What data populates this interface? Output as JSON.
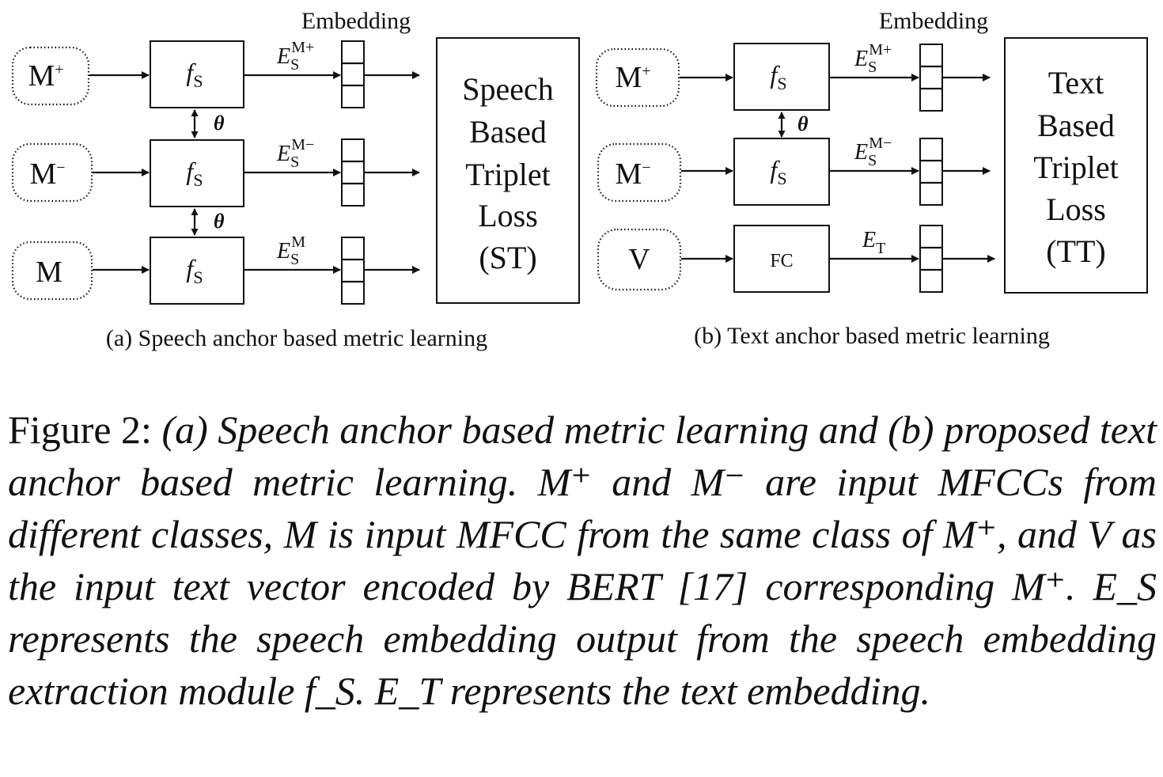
{
  "panel_a": {
    "embedding_header": "Embedding",
    "inputs": [
      "M",
      "M",
      "M"
    ],
    "input_sups": [
      "+",
      "−",
      ""
    ],
    "encoder_main": "f",
    "encoder_sub": "S",
    "emb_main": "E",
    "emb_sub": "S",
    "emb_sups": [
      "M+",
      "M−",
      "M"
    ],
    "shared_weight": "θ",
    "loss_lines": [
      "Speech",
      "Based",
      "Triplet",
      "Loss",
      "(ST)"
    ],
    "caption": "(a) Speech anchor based metric learning"
  },
  "panel_b": {
    "embedding_header": "Embedding",
    "inputs": [
      "M",
      "M",
      "V"
    ],
    "input_sups": [
      "+",
      "−",
      ""
    ],
    "encoder_main": "f",
    "encoder_sub": "S",
    "fc_label": "FC",
    "emb_main": "E",
    "emb_sub_speech": "S",
    "emb_sub_text": "T",
    "emb_sups": [
      "M+",
      "M−",
      ""
    ],
    "shared_weight": "θ",
    "loss_lines": [
      "Text",
      "Based",
      "Triplet",
      "Loss",
      "(TT)"
    ],
    "caption": "(b) Text anchor based metric learning"
  },
  "caption": {
    "label": "Figure 2: ",
    "body": "(a) Speech anchor based metric learning and (b) proposed text anchor based metric learning. M⁺ and M⁻ are input MFCCs from different classes, M is input MFCC from the same class of M⁺, and V as the input text vector encoded by BERT [17] corresponding M⁺. E_S represents the speech embedding output from the speech embedding extraction module f_S. E_T represents the text embedding."
  }
}
